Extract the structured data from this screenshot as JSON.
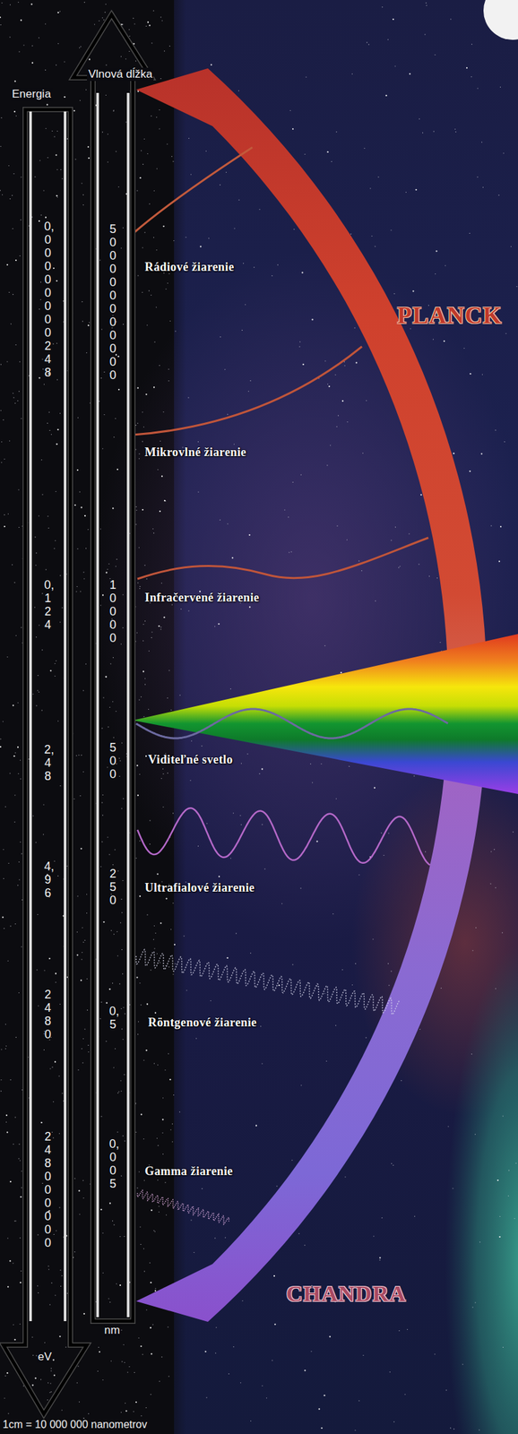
{
  "diagram": {
    "labels": [
      "Energia",
      "Vlnová dĺžka",
      "0,00000000248",
      "500000000000",
      "Rádiové žiarenie",
      "PLANCK",
      "Mikrovlné žiarenie",
      "0,124",
      "10000",
      "Infračervené žiarenie",
      "2,48",
      "500",
      "Viditeľné svetlo",
      "4,96",
      "250",
      "Ultrafialové žiarenie",
      "2480",
      "0,5",
      "Röntgenové žiarenie",
      "248000000",
      "0,005",
      "Gamma žiarenie",
      "CHANDRA",
      "nm",
      "eV",
      "1cm = 10 000 000 nanometrov"
    ]
  }
}
